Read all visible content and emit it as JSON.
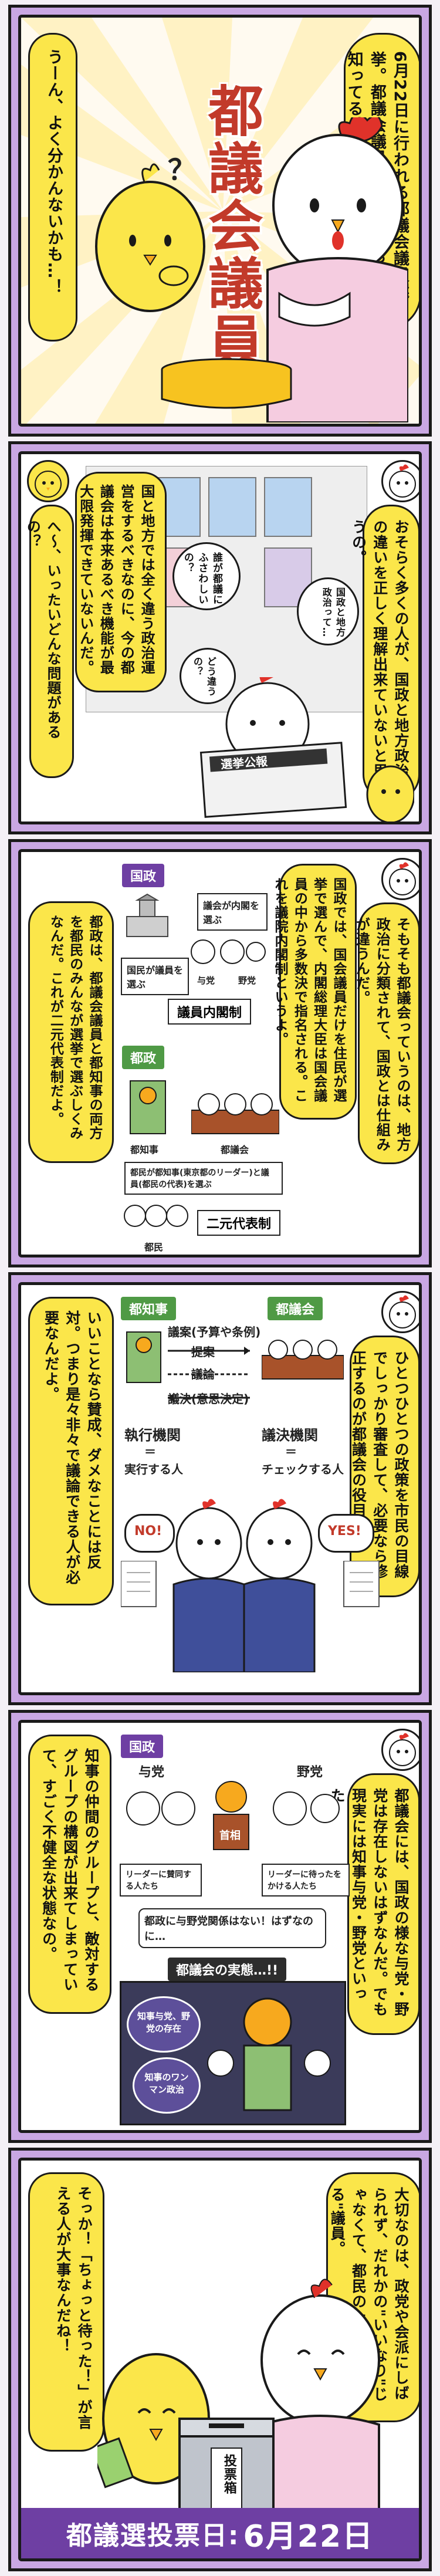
{
  "panel1": {
    "speech1": "6月22日に行われる都議会議員選挙。都議会議員ってどんなお仕事か知ってる？",
    "speech2": "うーん、よく分かんないかも…！",
    "title_sign": "都議会議員",
    "question_mark": "？"
  },
  "panel2": {
    "speech1": "おそらく多くの人が、国政と地方政治の違いを正しく理解出来ていないと思うの。",
    "speech2": "国と地方では全く違う政治運営をするべきなのに、今の都議会は本来あるべき機能が最大限発揮できていないんだ。",
    "speech3": "へ〜、いったいどんな問題があるの？",
    "thought1": "誰が都議にふさわしいの？",
    "thought2": "どう違うの？",
    "thought3": "国政と地方政治って…",
    "newspaper": "選挙公報"
  },
  "panel3": {
    "speech1": "そもそも都議会っていうのは、地方政治に分類されて、国政とは仕組みが違うんだ。",
    "speech2": "国政では、国会議員だけを住民が選挙で選んで、内閣総理大臣は国会議員の中から多数決で指名される。これを議院内閣制というよ。",
    "speech3": "都政は、都議会議員と都知事の両方を都民のみんなが選挙で選ぶしくみなんだ。これが二元代表制だよ。",
    "tag_national": "国政",
    "tag_metro": "都政",
    "note_cabinet": "議会が内閣を選ぶ",
    "note_voters": "国民が議員を選ぶ",
    "label_ruling": "与党",
    "label_opposition": "野党",
    "box_parliamentary": "議員内閣制",
    "label_governor": "都知事",
    "label_assembly": "都議会",
    "note_dual": "都民が都知事(東京都のリーダー)と議員(都民の代表)を選ぶ",
    "label_citizens": "都民",
    "box_dual": "二元代表制"
  },
  "panel4": {
    "speech1": "ひとつひとつの政策を市民の目線でしっかり審査して、必要なら修正するのが都議会の役目。",
    "speech2": "いいことなら賛成、ダメなことには反対。つまり是々非々で議論できる人が必要なんだよ。",
    "tag_governor": "都知事",
    "tag_assembly": "都議会",
    "bill": "議案(予算や条例)",
    "submit": "提案",
    "debate": "議論",
    "resolution": "議決(意思決定)",
    "exec_title": "執行機関",
    "exec_equals": "＝",
    "exec_desc": "実行する人",
    "legis_title": "議決機関",
    "legis_equals": "＝",
    "legis_desc": "チェックする人",
    "no": "NO!",
    "yes": "YES!"
  },
  "panel5": {
    "speech1": "都議会には、国政の様な与党・野党は存在しないはずなんだ。でも現実には知事与党・野党といった…",
    "speech2": "知事の仲間のグループと、敵対するグループの構図が出来てしまっていて、すごく不健全な状態なの。",
    "tag_national": "国政",
    "label_ruling": "与党",
    "label_opposition": "野党",
    "label_pm": "首相",
    "note_ruling": "リーダーに賛同する人たち",
    "note_opposition": "リーダーに待ったをかける人たち",
    "note_metro": "都政に与野党関係はない！はずなのに…",
    "reality_title": "都議会の実態…!!",
    "reality1": "知事与党、野党の存在",
    "reality2": "知事のワンマン政治"
  },
  "panel6": {
    "speech1": "大切なのは、政党や会派にしばられず、だれかの\"いいなり\"じゃなくて、都民のために\"考える\"議員。",
    "speech2": "そっか！「ちょっと待った！」が言える人が大事なんだね！",
    "ballot_box": "投票箱",
    "footer_label": "都議選投票日:",
    "footer_date": "6月22日"
  },
  "colors": {
    "frame_purple": "#c9a7e3",
    "bubble_yellow": "#fbe64a",
    "accent_purple": "#6e3fa3",
    "title_red": "#c23a2a",
    "accent_green": "#4f9a45"
  }
}
